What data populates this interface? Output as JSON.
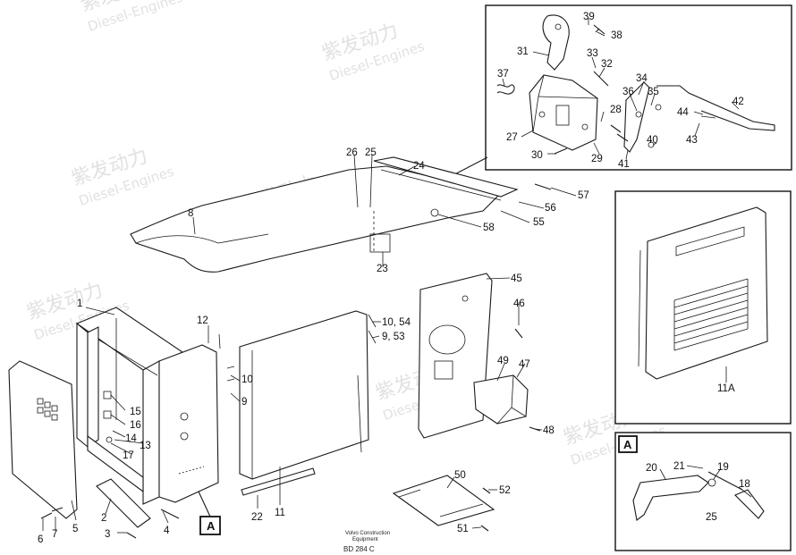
{
  "watermark": {
    "brand_cn": "紫发动力",
    "brand_en": "Diesel-Engines"
  },
  "inset_labels": {
    "detail_11a": "11A",
    "detail_a": "A",
    "callout_a": "A"
  },
  "footer": {
    "company_line1": "Volvo Construction",
    "company_line2": "Equipment",
    "drawing_code": "BD 284 C"
  },
  "part_numbers": [
    "1",
    "2",
    "3",
    "4",
    "5",
    "6",
    "7",
    "8",
    "9",
    "10",
    "11",
    "12",
    "13",
    "14",
    "15",
    "16",
    "17",
    "18",
    "19",
    "20",
    "21",
    "22",
    "23",
    "24",
    "25",
    "26",
    "27",
    "28",
    "29",
    "30",
    "31",
    "32",
    "33",
    "34",
    "35",
    "36",
    "37",
    "38",
    "39",
    "40",
    "41",
    "42",
    "43",
    "44",
    "45",
    "46",
    "47",
    "48",
    "49",
    "50",
    "51",
    "52",
    "53",
    "54",
    "55",
    "56",
    "57",
    "58"
  ],
  "combined_labels": {
    "label_10_54": "10, 54",
    "label_9_53": "9, 53"
  }
}
